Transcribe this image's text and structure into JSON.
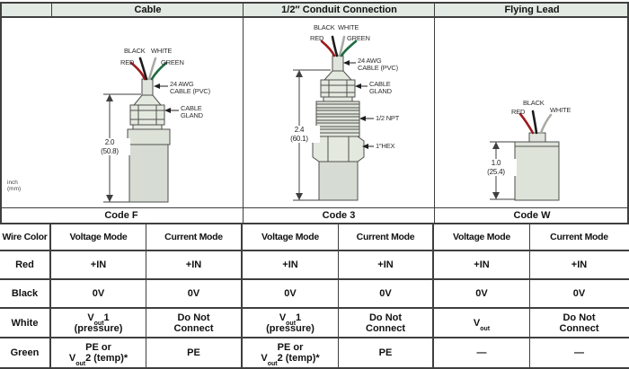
{
  "headers": {
    "cable": "Cable",
    "conduit": "1/2″ Conduit Connection",
    "flying": "Flying Lead"
  },
  "codes": {
    "f": "Code F",
    "c3": "Code 3",
    "w": "Code W"
  },
  "units": {
    "l1": "inch",
    "l2": "(mm)"
  },
  "diagrams": {
    "cable": {
      "black": "BLACK",
      "white": "WHITE",
      "red": "RED",
      "green": "GREEN",
      "awg1": "24 AWG",
      "awg2": "CABLE (PVC)",
      "gland1": "CABLE",
      "gland2": "GLAND",
      "dim1": "2.0",
      "dim2": "(50.8)"
    },
    "conduit": {
      "black": "BLACK",
      "white": "WHITE",
      "red": "RED",
      "green": "GREEN",
      "awg1": "24 AWG",
      "awg2": "CABLE (PVC)",
      "gland1": "CABLE",
      "gland2": "GLAND",
      "npt": "1/2 NPT",
      "hex": "1″HEX",
      "dim1": "2.4",
      "dim2": "(60.1)"
    },
    "flying": {
      "black": "BLACK",
      "red": "RED",
      "white": "WHITE",
      "dim1": "1.0",
      "dim2": "(25.4)"
    }
  },
  "table": {
    "wire_color": "Wire Color",
    "voltage": "Voltage Mode",
    "current": "Current Mode",
    "rows": {
      "red": "Red",
      "black": "Black",
      "white": "White",
      "green": "Green"
    },
    "v": {
      "plus_in": "+IN",
      "zero_v": "0V",
      "v": "V",
      "out": "out",
      "one": "1",
      "pressure": "(pressure)",
      "do_not": "Do Not",
      "connect": "Connect",
      "pe": "PE",
      "pe_or": "PE or",
      "temp2": "2 (temp)*",
      "dash": "—"
    }
  },
  "colors": {
    "wire_red": "#9b1b1f",
    "wire_black": "#1d1d1d",
    "wire_white": "#a8aca5",
    "wire_green": "#1e6b42",
    "header_bg": "#e3e9e3",
    "grid_line": "#3f3f3f",
    "body_fill": "#e4e9df"
  }
}
